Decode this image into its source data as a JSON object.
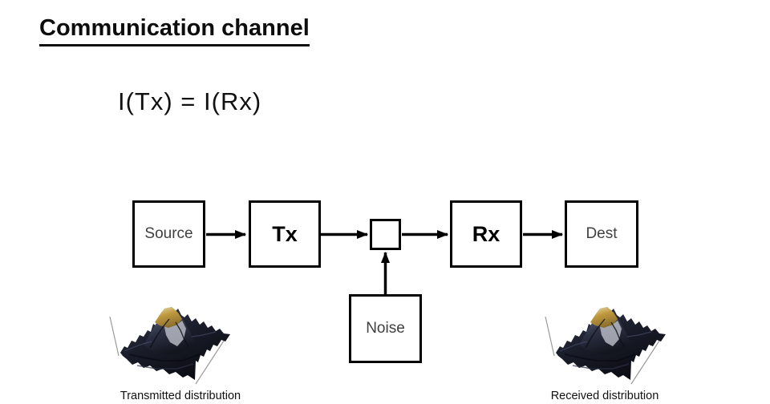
{
  "title": "Communication channel",
  "formula": "I(Tx) = I(Rx)",
  "diagram": {
    "nodes": [
      {
        "id": "source",
        "label": "Source"
      },
      {
        "id": "tx",
        "label": "Tx"
      },
      {
        "id": "junction",
        "label": ""
      },
      {
        "id": "rx",
        "label": "Rx"
      },
      {
        "id": "dest",
        "label": "Dest"
      },
      {
        "id": "noise",
        "label": "Noise"
      }
    ],
    "connectors": [
      {
        "from": "source",
        "to": "tx",
        "direction": "right"
      },
      {
        "from": "tx",
        "to": "junction",
        "direction": "right"
      },
      {
        "from": "junction",
        "to": "rx",
        "direction": "right"
      },
      {
        "from": "rx",
        "to": "dest",
        "direction": "right"
      },
      {
        "from": "noise",
        "to": "junction",
        "direction": "up"
      }
    ]
  },
  "plots": {
    "transmitted": {
      "caption": "Transmitted distribution",
      "type": "3d-surface-plot"
    },
    "received": {
      "caption": "Received distribution",
      "type": "3d-surface-plot"
    }
  },
  "colors": {
    "background": "#ffffff",
    "ink": "#000000",
    "muted_label": "#3f3f3f",
    "terrain_dark": "#12141d",
    "terrain_mid": "#353b52",
    "terrain_highlight": "#7b829c",
    "peak_gold": "#c19a3f",
    "peak_cream": "#e8dfb8",
    "peak_gray": "#c9ccd4",
    "axis_line": "#9a9a9a"
  }
}
